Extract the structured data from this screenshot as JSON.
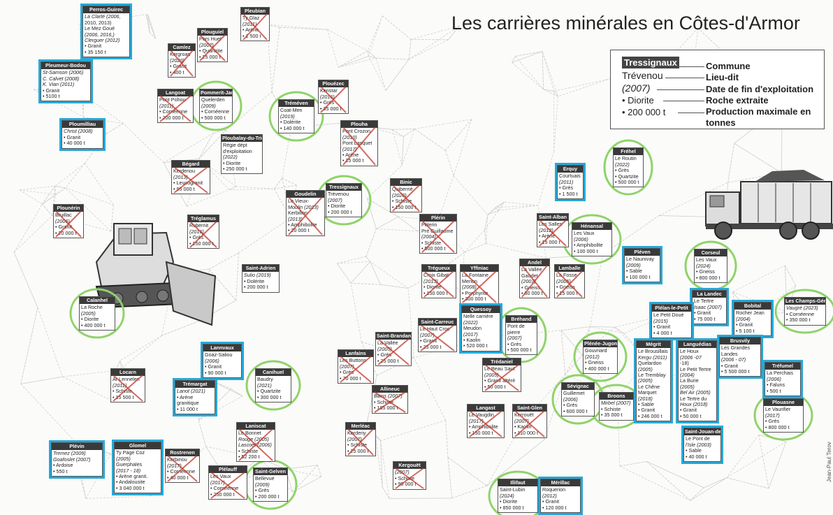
{
  "title": "Les carrières minérales en Côtes-d'Armor",
  "legend": {
    "commune_sample": "Tressignaux",
    "commune_label": "Commune",
    "lieu_sample": "Trévenou",
    "lieu_label": "Lieu-dit",
    "date_sample": "(2007)",
    "date_label": "Date de fin d'exploitation",
    "roche_sample": "• Diorite",
    "roche_label": "Roche extraite",
    "prod_sample": "• 200 000 t",
    "prod_label": "Production maximale en tonnes"
  },
  "colors": {
    "active_highlight": "#27a8d8",
    "green_circle": "#8fd36a",
    "closed_cross": "#c0392b"
  },
  "icons": [
    "bulldozer-icon",
    "dump-truck-icon"
  ],
  "quarries": [
    {
      "id": "perros",
      "commune": "Perros-Guirec",
      "lines": [
        "La Clarté (2006,",
        "2010, 2013)",
        "Le Mez Goué",
        "(2006, 2016,)",
        "Clerguer (2012)",
        "• Granit",
        "• 35 150 t"
      ],
      "mark": "blue"
    },
    {
      "id": "pleumeur",
      "commune": "Pleumeur-Bodou",
      "lines": [
        "St-Samson (2006)",
        "C. Calvet (2008)",
        "K. Vian (2011)",
        "• Granit",
        "• 5100 t"
      ],
      "mark": "blue"
    },
    {
      "id": "ploumilliau",
      "commune": "Ploumilliau",
      "lines": [
        "Christ (2008)",
        "• Granit",
        "• 40 000 t"
      ],
      "mark": "blue"
    },
    {
      "id": "camlez",
      "commune": "Camlez",
      "lines": [
        "Kergroas",
        "(2020)",
        "• Granit",
        "• 400 t"
      ],
      "mark": "cross"
    },
    {
      "id": "plouguiel",
      "commune": "Plouguiel",
      "lines": [
        "Pors Huel",
        "(2007)",
        "• Quartzite",
        "• 25 000 t"
      ],
      "mark": "cross"
    },
    {
      "id": "pleubian",
      "commune": "Pleubian",
      "lines": [
        "Ty Glaz",
        "(2011)",
        "• Arène",
        "• 1 500 t"
      ],
      "mark": "cross"
    },
    {
      "id": "langoat",
      "commune": "Langoat",
      "lines": [
        "Pont Pohou",
        "(2011)",
        "• Cornéenne",
        "• 200 000 t"
      ],
      "mark": "cross"
    },
    {
      "id": "pommerit",
      "commune": "Pommerit-Jaudy",
      "lines": [
        "Quelerden",
        "(2009)",
        "• Cornéenne",
        "• 500 000 t"
      ],
      "mark": "green"
    },
    {
      "id": "tremeven",
      "commune": "Tréméven",
      "lines": [
        "Coat-Men",
        "(2019)",
        "• Dolérite",
        "• 140 000 t"
      ],
      "mark": "green"
    },
    {
      "id": "plouezec",
      "commune": "Plouézec",
      "lines": [
        "Keristar",
        "(2016)",
        "• Grès",
        "• 35 000 t"
      ],
      "mark": "cross"
    },
    {
      "id": "plouha",
      "commune": "Plouha",
      "lines": [
        "Pont Crozon",
        "(2010)",
        "Pont Lasquet",
        "(2017)",
        "• Arène",
        "• 15 000 t"
      ],
      "mark": "cross"
    },
    {
      "id": "plouisy",
      "commune": "Ploubalay-du-Trieux",
      "lines": [
        "Régie dépt",
        "d'exploitation",
        "(2022)",
        "• Diorite",
        "• 250 000 t"
      ],
      "mark": "none"
    },
    {
      "id": "begard",
      "commune": "Bégard",
      "lines": [
        "Kerdenou",
        "(2013)",
        "• Leucogranit",
        "• 95 000 t"
      ],
      "mark": "cross"
    },
    {
      "id": "goudelin",
      "commune": "Goudelin",
      "lines": [
        "Le Vieux-",
        "Moulin (2013)",
        "Kerbillon",
        "(2013)",
        "• Amphibolite",
        "• 20 000 t"
      ],
      "mark": "cross"
    },
    {
      "id": "tressignaux",
      "commune": "Tressignaux",
      "lines": [
        "Trévenou",
        "(2007)",
        "• Diorite",
        "• 200 000 t"
      ],
      "mark": "green"
    },
    {
      "id": "binic",
      "commune": "Binic",
      "lines": [
        "Quiberrié",
        "(2020)",
        "• Schiste",
        "• 150 000 t"
      ],
      "mark": "cross"
    },
    {
      "id": "plounerin",
      "commune": "Plounérin",
      "lines": [
        "Bruillac",
        "(2006)",
        "• Granit",
        "• 20 000 t"
      ],
      "mark": "cross"
    },
    {
      "id": "treglamus",
      "commune": "Tréglamus",
      "lines": [
        "Rubernit",
        "(2016)",
        "• Grès",
        "• 150 000 t"
      ],
      "mark": "cross"
    },
    {
      "id": "frehel",
      "commune": "Fréhel",
      "lines": [
        "Le Routin",
        "(2022)",
        "• Grès",
        "• Quartzite",
        "• 500 000 t"
      ],
      "mark": "green"
    },
    {
      "id": "erquy",
      "commune": "Erquy",
      "lines": [
        "Courtuais",
        "(2011)",
        "• Grès",
        "• 1 500 t"
      ],
      "mark": "blue"
    },
    {
      "id": "plerin",
      "commune": "Plérin",
      "lines": [
        "Pèlerin",
        "Pré Guillaume",
        "(2004)",
        "• Schiste",
        "• 500 000 t"
      ],
      "mark": "cross"
    },
    {
      "id": "saint-alban",
      "commune": "Saint-Alban",
      "lines": [
        "Les Salles",
        "(2012)",
        "• Arène",
        "• 15 000 t"
      ],
      "mark": "cross"
    },
    {
      "id": "henansal",
      "commune": "Hénansal",
      "lines": [
        "Les Vaux",
        "(2006)",
        "• Amphibolite",
        "• 100 000 t"
      ],
      "mark": "green"
    },
    {
      "id": "calanhel",
      "commune": "Calanhel",
      "lines": [
        "La Roche",
        "(2005)",
        "• Diorite",
        "• 400 000 t"
      ],
      "mark": "green"
    },
    {
      "id": "saint-adrien",
      "commune": "Saint-Adrien",
      "lines": [
        "Sulio (2019)",
        "• Dolérite",
        "• 200 000 t"
      ],
      "mark": "none"
    },
    {
      "id": "tregueux",
      "commune": "Trégueux",
      "lines": [
        "Croix Gibat",
        "(2013)",
        "• Diorite",
        "• 150 000 t"
      ],
      "mark": "cross"
    },
    {
      "id": "yffiniac",
      "commune": "Yffiniac",
      "lines": [
        "La Fontaine",
        "Menon",
        "(2008)",
        "• Porphyrite",
        "• 300 000 t"
      ],
      "mark": "cross"
    },
    {
      "id": "andel",
      "commune": "Andel",
      "lines": [
        "La Vallée",
        "Gaudet",
        "(2007)",
        "• Gneiss",
        "• 60 000 t"
      ],
      "mark": "cross"
    },
    {
      "id": "lamballe",
      "commune": "Lamballe",
      "lines": [
        "La Fosse",
        "(2005)",
        "• Gneiss",
        "• 15 000 t"
      ],
      "mark": "cross"
    },
    {
      "id": "pleven",
      "commune": "Pléven",
      "lines": [
        "Le Naunivay",
        "(2009)",
        "• Sable",
        "• 100 000 t"
      ],
      "mark": "blue"
    },
    {
      "id": "corseul",
      "commune": "Corseul",
      "lines": [
        "Les Vaux",
        "(2024)",
        "• Gneiss",
        "• 800 000 t"
      ],
      "mark": "green"
    },
    {
      "id": "lalandec",
      "commune": "La Landec",
      "lines": [
        "Le Tertre",
        "Isaac (2007)",
        "• Granit",
        "• 75 000 t"
      ],
      "mark": "blue"
    },
    {
      "id": "plelan",
      "commune": "Plélan-le-Petit",
      "lines": [
        "Le Petit Doué",
        "(2015)",
        "• Granit",
        "• 4 000 t"
      ],
      "mark": "blue"
    },
    {
      "id": "bobital",
      "commune": "Bobital",
      "lines": [
        "Rocher Jean",
        "(2004)",
        "• Granit",
        "• 5 100 t"
      ],
      "mark": "blue"
    },
    {
      "id": "leschamps",
      "commune": "Les Champs-Géraux",
      "lines": [
        "Vaugré (2023)",
        "• Cornéenne",
        "• 350 000 t"
      ],
      "mark": "green"
    },
    {
      "id": "quessoy",
      "commune": "Quessoy",
      "lines": [
        "Nelle carrière",
        "(2022)",
        "Meudon",
        "(2017)",
        "• Kaolin",
        "• 520 000 t"
      ],
      "mark": "blue"
    },
    {
      "id": "brehand",
      "commune": "Bréhand",
      "lines": [
        "Pont de",
        "pierre",
        "(2007)",
        "• Grès",
        "• 500 000 t"
      ],
      "mark": "green"
    },
    {
      "id": "saint-carreuc",
      "commune": "Saint-Carreuc",
      "lines": [
        "Le Haut Croc",
        "(2007)",
        "• Granit",
        "• 25 000 t"
      ],
      "mark": "cross"
    },
    {
      "id": "saint-brandan",
      "commune": "Saint-Brandan",
      "lines": [
        "La Vallée",
        "(2005)",
        "• Grès",
        "• 25 000 t"
      ],
      "mark": "cross"
    },
    {
      "id": "lanfains",
      "commune": "Lanfains",
      "lines": [
        "Les Buttons",
        "(2007)",
        "• Grès",
        "• 70 000 t"
      ],
      "mark": "cross"
    },
    {
      "id": "tredaniel",
      "commune": "Trédaniel",
      "lines": [
        "Le Beau Saut",
        "(2005)",
        "• Granit altéré",
        "• 50 000 t"
      ],
      "mark": "cross"
    },
    {
      "id": "plenee",
      "commune": "Plénée-Jugon",
      "lines": [
        "Gouvriard",
        "(2012)",
        "• Gneiss",
        "• 400 000 t"
      ],
      "mark": "green"
    },
    {
      "id": "megrit",
      "commune": "Mégrit",
      "lines": [
        "Le Brousillais",
        "Kergu (2011)",
        "Quelardon",
        "(2005)",
        "Le Tremblay",
        "(2005)",
        "Le Chêne",
        "Marquet",
        "(2018)",
        "• Sable",
        "• Granit",
        "• 246 000 t"
      ],
      "mark": "blue"
    },
    {
      "id": "languedias",
      "commune": "Languédias",
      "lines": [
        "Le Houx",
        "(2006 -07",
        "-18)",
        "Le Petit Tertre",
        "(2004)",
        "La Burie",
        "(2005)",
        "Bel Air (2005)",
        "Le Tertre du",
        "Houx (2018)",
        "• Granit",
        "• 50 000 t"
      ],
      "mark": "blue"
    },
    {
      "id": "brusvily",
      "commune": "Brusvily",
      "lines": [
        "Les Grandes",
        "Landes",
        "(2006 - 07)",
        "• Granit",
        "• 5 500 000 t"
      ],
      "mark": "blue"
    },
    {
      "id": "trefumel",
      "commune": "Tréfumel",
      "lines": [
        "La Perchais",
        "(2006)",
        "• Faluns",
        "• 500 t"
      ],
      "mark": "blue"
    },
    {
      "id": "plouasne",
      "commune": "Plouasne",
      "lines": [
        "Le Vaurifier",
        "(2017)",
        "• Grès",
        "• 800 000 t"
      ],
      "mark": "green"
    },
    {
      "id": "lannvaux",
      "commune": "Lannvaux",
      "lines": [
        "Goaz-Saliou",
        "(2006)",
        "• Granit",
        "• 90 000 t"
      ],
      "mark": "blue"
    },
    {
      "id": "locarn",
      "commune": "Locarn",
      "lines": [
        "Ar Lennelen",
        "(2011)",
        "• Schiste",
        "• 15 500 t"
      ],
      "mark": "cross"
    },
    {
      "id": "tremargat",
      "commune": "Trémargat",
      "lines": [
        "Lanot (2021)",
        "• Arène",
        "granitique",
        "• 11 000 t"
      ],
      "mark": "blue"
    },
    {
      "id": "canihuel",
      "commune": "Canihuel",
      "lines": [
        "Baudry",
        "(2021)",
        "• Quartzite",
        "• 300 000 t"
      ],
      "mark": "green"
    },
    {
      "id": "allineuc",
      "commune": "Allineuc",
      "lines": [
        "Bains (2007)",
        "• Schiste",
        "• 185 000 t"
      ],
      "mark": "cross"
    },
    {
      "id": "sevignac",
      "commune": "Sévignac",
      "lines": [
        "Guillemet",
        "(2006)",
        "• Grès",
        "• 600 000 t"
      ],
      "mark": "green"
    },
    {
      "id": "broons",
      "commune": "Broons",
      "lines": [
        "Mirbel (2007)",
        "• Schiste",
        "• 35 000 t"
      ],
      "mark": "green"
    },
    {
      "id": "stjouan",
      "commune": "Saint-Jouan-de-l'Isle",
      "lines": [
        "Le Pont de",
        "l'Isle (2003)",
        "• Sable",
        "• 40 000 t"
      ],
      "mark": "blue"
    },
    {
      "id": "langast",
      "commune": "Langast",
      "lines": [
        "Le Vaugdin",
        "(2017)",
        "• Amphibolite",
        "• 150 000 t"
      ],
      "mark": "cross"
    },
    {
      "id": "stglen",
      "commune": "Saint-Glen",
      "lines": [
        "Kerrouët",
        "(2007)",
        "• Kaolin",
        "• 110 000 t"
      ],
      "mark": "cross"
    },
    {
      "id": "merleac",
      "commune": "Merléac",
      "lines": [
        "Kerdeny",
        "(2007)",
        "• Schiste",
        "• 25 000 t"
      ],
      "mark": "cross"
    },
    {
      "id": "lanisc",
      "commune": "Laniscat",
      "lines": [
        "Le Bonnet",
        "Rouge (2005)",
        "Lascoët (2006)",
        "• Schiste",
        "• 52 200 t"
      ],
      "mark": "cross"
    },
    {
      "id": "plevin",
      "commune": "Plévin",
      "lines": [
        "Tremez (2009)",
        "Goafoslet (2007)",
        "• Ardoise",
        "• 550 t"
      ],
      "mark": "blue"
    },
    {
      "id": "glomel",
      "commune": "Glomel",
      "lines": [
        "Ty Page Coz",
        "(2005)",
        "Guerphales",
        "(2017 - 18)",
        "• Arène granit.",
        "• Andalousite",
        "• 3 040 000 t"
      ],
      "mark": "blue"
    },
    {
      "id": "rostrenen",
      "commune": "Rostrenen",
      "lines": [
        "Kerbiriou",
        "(2017)",
        "• Cornéenne",
        "• 40 000 t"
      ],
      "mark": "cross"
    },
    {
      "id": "plelauff",
      "commune": "Plélauff",
      "lines": [
        "Les Vaux",
        "(2017)",
        "• Cornéenne",
        "• 250 000 t"
      ],
      "mark": "cross"
    },
    {
      "id": "stgelven",
      "commune": "Saint-Gelven",
      "lines": [
        "Bellevue",
        "(2009)",
        "• Grès",
        "• 200 000 t"
      ],
      "mark": "green"
    },
    {
      "id": "kerg",
      "commune": "Kergouët",
      "lines": [
        "(2007)",
        "• Schiste",
        "• 90 000 t"
      ],
      "mark": "cross"
    },
    {
      "id": "illifaut",
      "commune": "Illifaut",
      "lines": [
        "Saint-Lubin",
        "(2024)",
        "• Diorite",
        "• 850 000 t"
      ],
      "mark": "green"
    },
    {
      "id": "merillac",
      "commune": "Mérillac",
      "lines": [
        "Roquerion",
        "(2012)",
        "• Granit",
        "• 120 000 t"
      ],
      "mark": "blue"
    }
  ],
  "credit": "Jean-Paul Terov"
}
